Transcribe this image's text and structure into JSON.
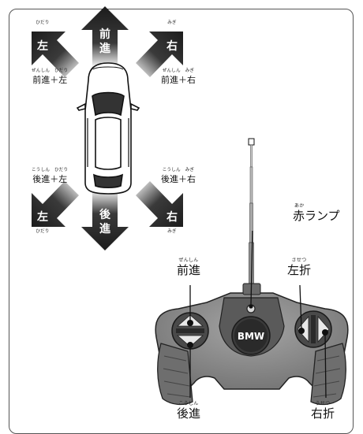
{
  "arrows": {
    "forward": {
      "label": "前進",
      "ruby": "ぜんしん"
    },
    "left": {
      "label": "左",
      "ruby": "ひだり"
    },
    "right": {
      "label": "右",
      "ruby": "みぎ"
    },
    "back_left": {
      "label": "左",
      "ruby": "ひだり"
    },
    "back": {
      "label": "後進",
      "ruby": "こうしん"
    },
    "back_right": {
      "label": "右",
      "ruby": "みぎ"
    }
  },
  "combos": {
    "forward_left": {
      "label": "前進＋左",
      "ruby": "ぜんしん　ひだり"
    },
    "forward_right": {
      "label": "前進＋右",
      "ruby": "ぜんしん　みぎ"
    },
    "back_left": {
      "label": "後進＋左",
      "ruby": "こうしん　ひだり"
    },
    "back_right": {
      "label": "後進＋右",
      "ruby": "こうしん　みぎ"
    }
  },
  "controller": {
    "brand": "BMW",
    "lamp": {
      "label": "赤ランプ",
      "ruby": "あか"
    },
    "forward": {
      "label": "前進",
      "ruby": "ぜんしん"
    },
    "backward": {
      "label": "後進",
      "ruby": "こうしん"
    },
    "left_turn": {
      "label": "左折",
      "ruby": "させつ"
    },
    "right_turn": {
      "label": "右折",
      "ruby": "うせつ"
    }
  },
  "colors": {
    "arrow_dark": "#262626",
    "controller_body": "#8c8c8c",
    "controller_grip": "#6e6e6e",
    "line": "#111111"
  }
}
